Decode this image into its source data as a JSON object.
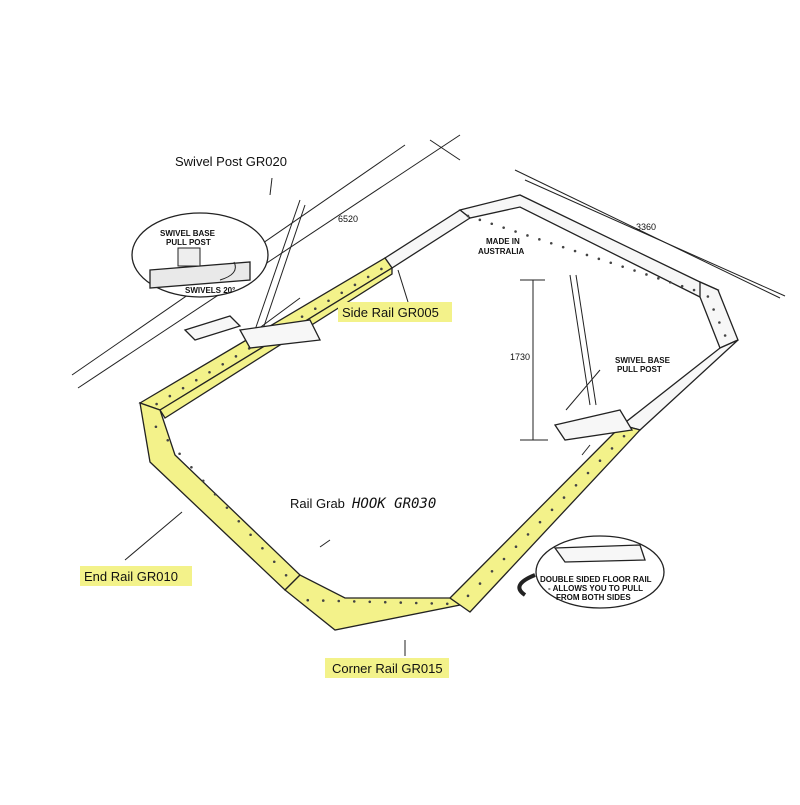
{
  "labels": {
    "swivel_post": "Swivel Post  GR020",
    "side_rail": "Side Rail  GR005",
    "end_rail": "End Rail  GR010",
    "corner_rail": "Corner Rail  GR015",
    "rail_grab": "Rail Grab",
    "rail_grab_handwritten": "HOOK GR030"
  },
  "callouts": {
    "swivel_base_left": [
      "SWIVEL BASE",
      "PULL POST"
    ],
    "swivels": "SWIVELS 20°",
    "made_in": [
      "MADE IN",
      "AUSTRALIA"
    ],
    "swivel_base_right": [
      "SWIVEL BASE",
      "PULL POST"
    ],
    "double_sided": [
      "DOUBLE SIDED FLOOR RAIL",
      "- ALLOWS YOU TO PULL",
      "FROM BOTH SIDES"
    ]
  },
  "dimensions": {
    "length": "6520",
    "width": "3360",
    "height": "1730"
  },
  "colors": {
    "highlight": "#f3f28a",
    "line": "#222222"
  }
}
